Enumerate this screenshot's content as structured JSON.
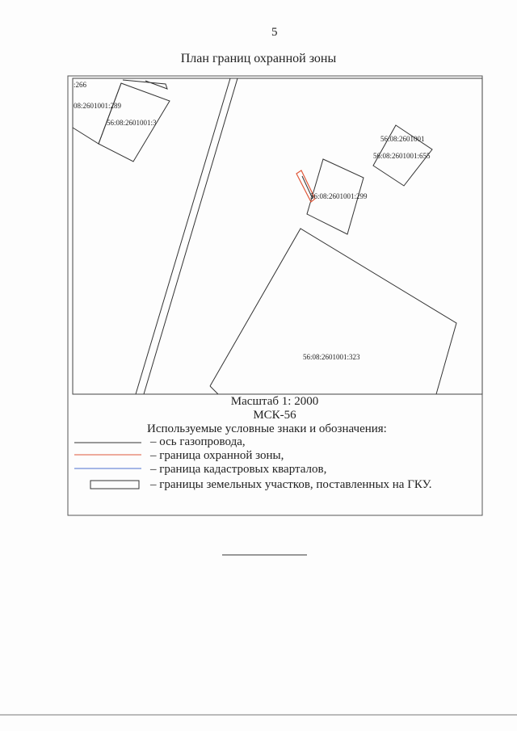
{
  "page_number": "5",
  "title": "План границ охранной зоны",
  "map": {
    "parcels": [
      ":266",
      "08:2601001:289",
      "56:08:2601001:3",
      "56:08:2601001",
      "56:08:2601001:655",
      "56:08:2601001:299",
      "56:08:2601001:323"
    ]
  },
  "scale": "Масштаб 1: 2000",
  "crs": "МСК-56",
  "legend": {
    "heading": "Используемые условные знаки и обозначения:",
    "items": [
      {
        "label": "– ось газопровода,",
        "color": "#333333"
      },
      {
        "label": "– граница охранной зоны,",
        "color": "#e0583a"
      },
      {
        "label": "– граница кадастровых кварталов,",
        "color": "#4a6fd0"
      },
      {
        "label": "– границы земельных участков, поставленных на ГКУ.",
        "color": "#333333"
      }
    ]
  }
}
